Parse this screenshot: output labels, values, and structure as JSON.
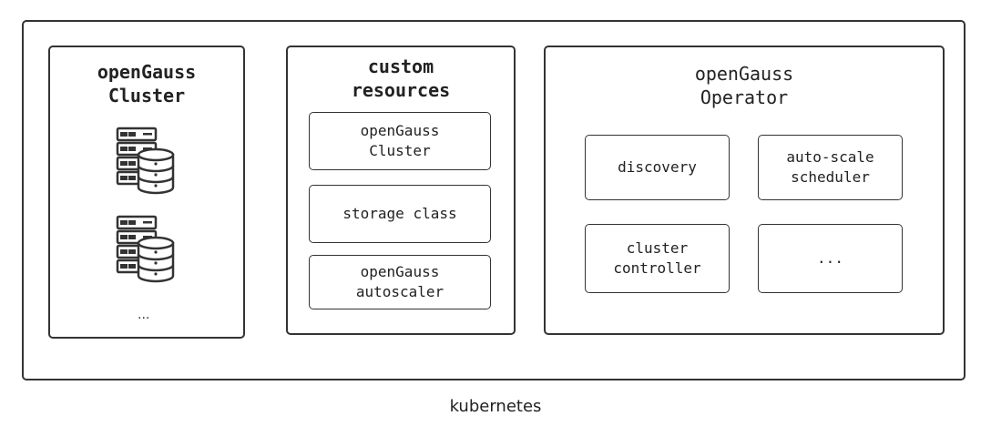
{
  "cluster_panel": {
    "title": "openGauss\nCluster",
    "icons": [
      "server-database-icon",
      "server-database-icon"
    ],
    "more": "..."
  },
  "resources_panel": {
    "title": "custom\nresources",
    "items": [
      "openGauss\nCluster",
      "storage class",
      "openGauss\nautoscaler"
    ]
  },
  "operator_panel": {
    "title": "openGauss\nOperator",
    "items": [
      "discovery",
      "auto-scale\nscheduler",
      "cluster\ncontroller",
      "..."
    ]
  },
  "caption": "kubernetes"
}
